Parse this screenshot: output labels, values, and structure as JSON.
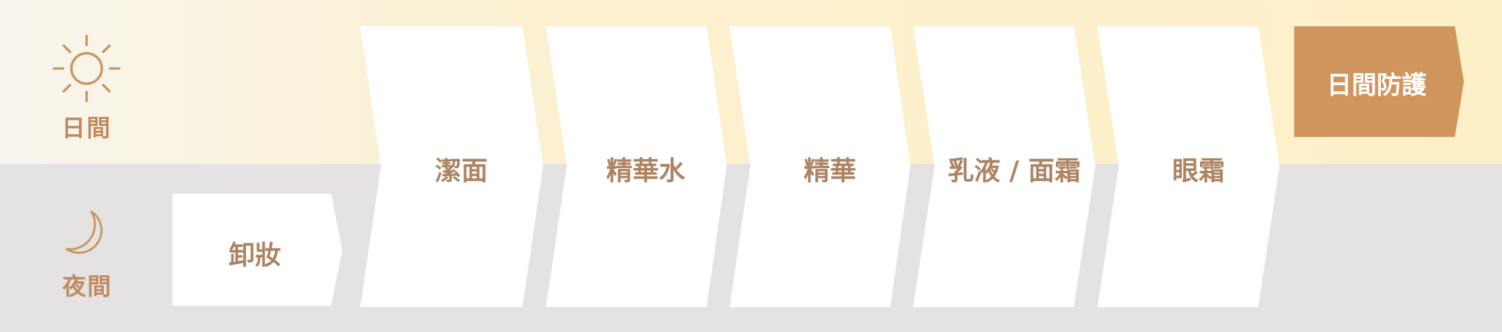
{
  "routines": {
    "day": {
      "label": "日間",
      "icon": "sun-icon"
    },
    "night": {
      "label": "夜間",
      "icon": "crescent-moon-icon"
    }
  },
  "steps": [
    {
      "label": "卸妝",
      "routine": "night"
    },
    {
      "label": "潔面",
      "routine": "day-and-night"
    },
    {
      "label": "精華水",
      "routine": "day-and-night"
    },
    {
      "label": "精華",
      "routine": "day-and-night"
    },
    {
      "label": "乳液 / 面霜",
      "routine": "day-and-night"
    },
    {
      "label": "眼霜",
      "routine": "day-and-night"
    },
    {
      "label": "日間防護",
      "routine": "day"
    }
  ],
  "colors": {
    "day_band": "#fdf0c8",
    "night_band": "#e4e2e3",
    "step_fill": "#ffffff",
    "step_text": "#ad8463",
    "accent": "#d0955c",
    "icon": "#c9955f"
  }
}
